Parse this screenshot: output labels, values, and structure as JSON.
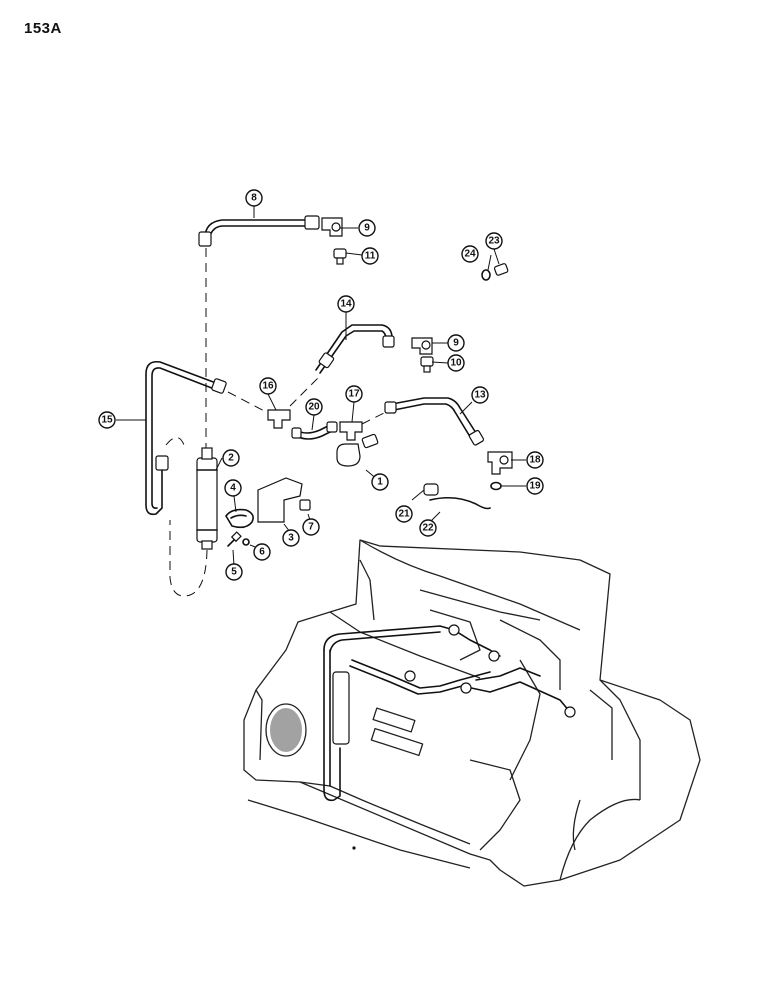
{
  "page": {
    "title": "153A"
  },
  "callouts": [
    "1",
    "2",
    "3",
    "4",
    "5",
    "6",
    "7",
    "8",
    "9",
    "9",
    "10",
    "11",
    "13",
    "14",
    "15",
    "16",
    "17",
    "18",
    "19",
    "20",
    "21",
    "22",
    "23",
    "24"
  ]
}
